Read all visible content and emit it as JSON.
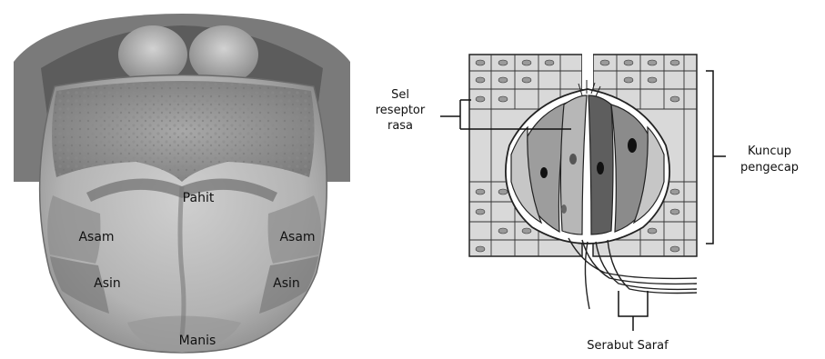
{
  "tongue": {
    "labels": {
      "pahit": "Pahit",
      "asam_left": "Asam",
      "asam_right": "Asam",
      "asin_left": "Asin",
      "asin_right": "Asin",
      "manis": "Manis"
    }
  },
  "taste_bud": {
    "labels": {
      "receptor_line1": "Sel",
      "receptor_line2": "reseptor",
      "receptor_line3": "rasa",
      "bud_line1": "Kuncup",
      "bud_line2": "pengecap",
      "nerve": "Serabut Saraf"
    }
  }
}
